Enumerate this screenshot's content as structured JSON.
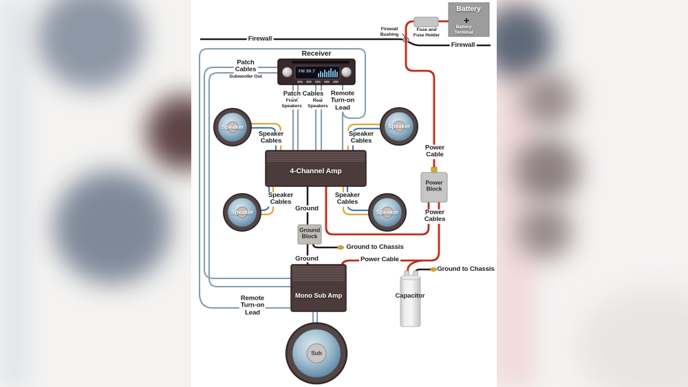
{
  "colors": {
    "patch_cable": "#7C9DB5",
    "speaker_wire_blue": "#3D7BC8",
    "speaker_wire_yellow": "#EFA32B",
    "power_cable": "#CF2310",
    "ground_wire": "#221A1A",
    "connector_tip": "#D9A62E",
    "panel": "#FFFFFF"
  },
  "components": {
    "battery": {
      "title": "Battery",
      "plus": "+",
      "terminal": "Battery\nTerminal"
    },
    "fuse": {
      "label": "Fuse and\nFuse Holder"
    },
    "firewall": {
      "left": "Firewall",
      "right": "Firewall",
      "bushing": "Firewall\nBushing"
    },
    "receiver": {
      "title": "Receiver",
      "display": "FM 89.7"
    },
    "amp_4ch": {
      "label": "4-Channel Amp"
    },
    "mono_amp": {
      "label": "Mono Sub Amp"
    },
    "sub": {
      "label": "Sub"
    },
    "speaker": {
      "label": "Speaker"
    },
    "power_block": {
      "label": "Power\nBlock"
    },
    "ground_block": {
      "label": "Ground\nBlock"
    },
    "capacitor": {
      "label": "Capacitor"
    }
  },
  "labels": {
    "patch_sub_main": "Patch\nCables",
    "patch_sub_sub": "Subwoofer Out",
    "patch_main": "Patch Cables",
    "patch_front": "Front\nSpeakers",
    "patch_rear": "Rear\nSpeakers",
    "remote_lead": "Remote\nTurn-on\nLead",
    "speaker_cables": "Speaker\nCables",
    "power_cable_vert": "Power\nCable",
    "power_cables": "Power\nCables",
    "power_cable_horiz": "Power Cable",
    "ground": "Ground",
    "ground_to_chassis": "Ground to Chassis"
  }
}
